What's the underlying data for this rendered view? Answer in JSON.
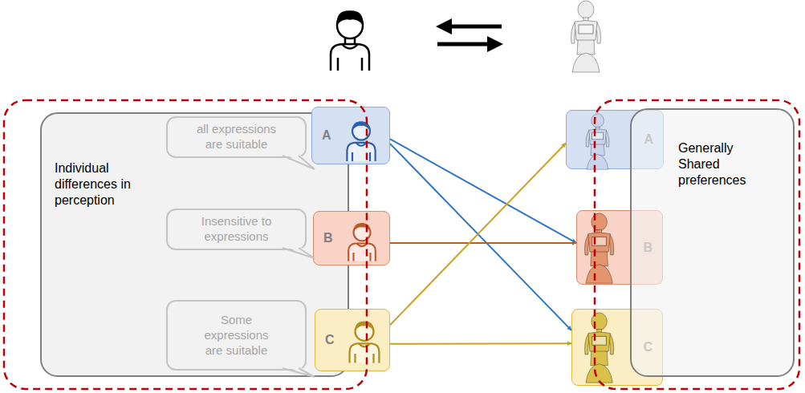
{
  "diagram": {
    "nodes": [
      {
        "text": [
          "Individual differences in perception"
        ]
      },
      {
        "text": [
          "all expressions are suitable"
        ],
        "in": 0
      },
      {
        "text": [
          "Insensitive to expressions"
        ],
        "in": 0
      },
      {
        "text": [
          "Some expressions are suitable"
        ],
        "in": 0
      },
      {
        "text": [
          "A"
        ]
      },
      {
        "text": [
          "B"
        ]
      },
      {
        "text": [
          "C"
        ]
      },
      {
        "text": [
          "Generally Shared preferences"
        ]
      },
      {
        "text": [
          "A"
        ]
      },
      {
        "text": [
          "B"
        ]
      },
      {
        "text": [
          "C"
        ]
      }
    ],
    "edges": [
      {
        "from": 4,
        "to": 9,
        "arrow": "to"
      },
      {
        "from": 4,
        "to": 10,
        "arrow": "to"
      },
      {
        "from": 5,
        "to": 9,
        "arrow": "to"
      },
      {
        "from": 6,
        "to": 8,
        "arrow": "to"
      },
      {
        "from": 6,
        "to": 10,
        "arrow": "to"
      }
    ]
  }
}
